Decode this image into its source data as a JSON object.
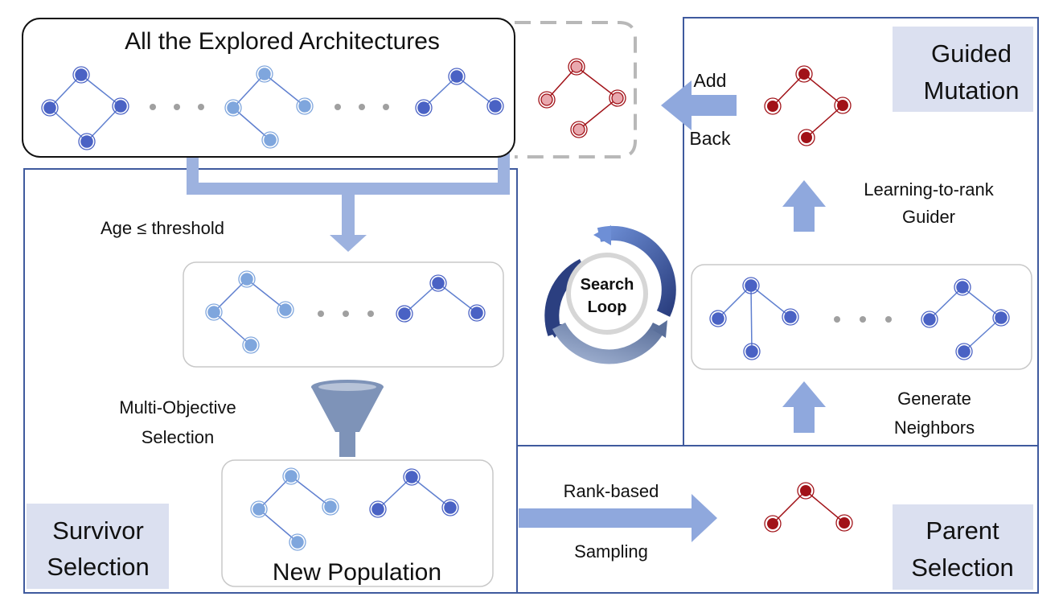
{
  "explored": {
    "title": "All the Explored Architectures"
  },
  "add_back": {
    "line1": "Add",
    "line2": "Back"
  },
  "guided_mutation": {
    "line1": "Guided",
    "line2": "Mutation"
  },
  "guider": {
    "line1": "Learning-to-rank",
    "line2": "Guider"
  },
  "age": {
    "label": "Age ≤ threshold"
  },
  "search_loop": {
    "line1": "Search",
    "line2": "Loop"
  },
  "moo": {
    "line1": "Multi-Objective",
    "line2": "Selection"
  },
  "neighbors": {
    "line1": "Generate",
    "line2": "Neighbors"
  },
  "new_population": {
    "label": "New Population"
  },
  "sampling": {
    "line1": "Rank-based",
    "line2": "Sampling"
  },
  "survivor": {
    "line1": "Survivor",
    "line2": "Selection"
  },
  "parent": {
    "line1": "Parent",
    "line2": "Selection"
  },
  "colors": {
    "frame": "#3f5a9e",
    "arrow": "#8fa8dd",
    "node_dark": "#4a62c4",
    "node_light": "#7fa6dd",
    "node_red": "#a11218",
    "node_pink": "#e9a8ae",
    "label_bg": "#dbe0f0"
  }
}
